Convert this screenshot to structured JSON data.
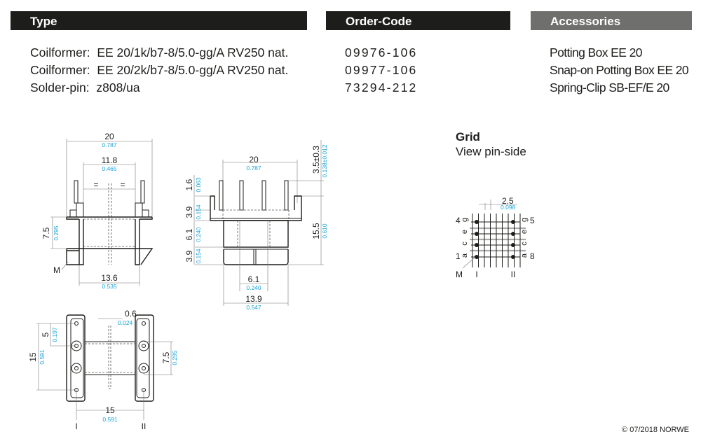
{
  "headers": {
    "type": "Type",
    "order_code": "Order-Code",
    "accessories": "Accessories"
  },
  "items": [
    {
      "label": "Coilformer:",
      "value": "EE 20/1k/b7-8/5.0-gg/A RV250 nat.",
      "order_code": "09976-106"
    },
    {
      "label": "Coilformer:",
      "value": "EE 20/2k/b7-8/5.0-gg/A RV250 nat.",
      "order_code": "09977-106"
    },
    {
      "label": "Solder-pin:",
      "value": "z808/ua",
      "order_code": "73294-212"
    }
  ],
  "accessories": [
    "Potting Box EE 20",
    "Snap-on Potting Box EE 20",
    "Spring-Clip SB-EF/E 20"
  ],
  "grid": {
    "title": "Grid",
    "subtitle": "View pin-side",
    "pitch_mm": "2.5",
    "pitch_in": "0.098",
    "pins_left": [
      "4",
      "1"
    ],
    "pins_right": [
      "5",
      "8"
    ],
    "row_letters": [
      "g",
      "e",
      "c",
      "a"
    ],
    "marker": "M",
    "rows": [
      "I",
      "II"
    ]
  },
  "drawings": {
    "front": {
      "width_mm": "20",
      "width_in": "0.787",
      "inner_mm": "11.8",
      "inner_in": "0.465",
      "equal": "=",
      "height_mm": "7.5",
      "height_in": "0.295",
      "base_mm": "13.6",
      "base_in": "0.535",
      "marker": "M"
    },
    "side": {
      "width_mm": "20",
      "width_in": "0.787",
      "pin_len_mm": "3.5±0.3",
      "pin_len_in": "0.138±0.012",
      "h1_mm": "1.6",
      "h1_in": "0.063",
      "h2_mm": "3.9",
      "h2_in": "0.154",
      "h3_mm": "6.1",
      "h3_in": "0.240",
      "h4_mm": "3.9",
      "h4_in": "0.154",
      "total_mm": "15.5",
      "total_in": "0.610",
      "core_mm": "6.1",
      "core_in": "0.240",
      "base_mm": "13.9",
      "base_in": "0.547"
    },
    "bottom": {
      "gap_mm": "0.6",
      "gap_in": "0.024",
      "pitch_mm": "5",
      "pitch_in": "0.197",
      "span_mm": "15",
      "span_in": "0.591",
      "core_mm": "7.5",
      "core_in": "0.295",
      "row_mm": "15",
      "row_in": "0.591",
      "rows": [
        "I",
        "II"
      ]
    }
  },
  "footer": "© 07/2018 NORWE"
}
